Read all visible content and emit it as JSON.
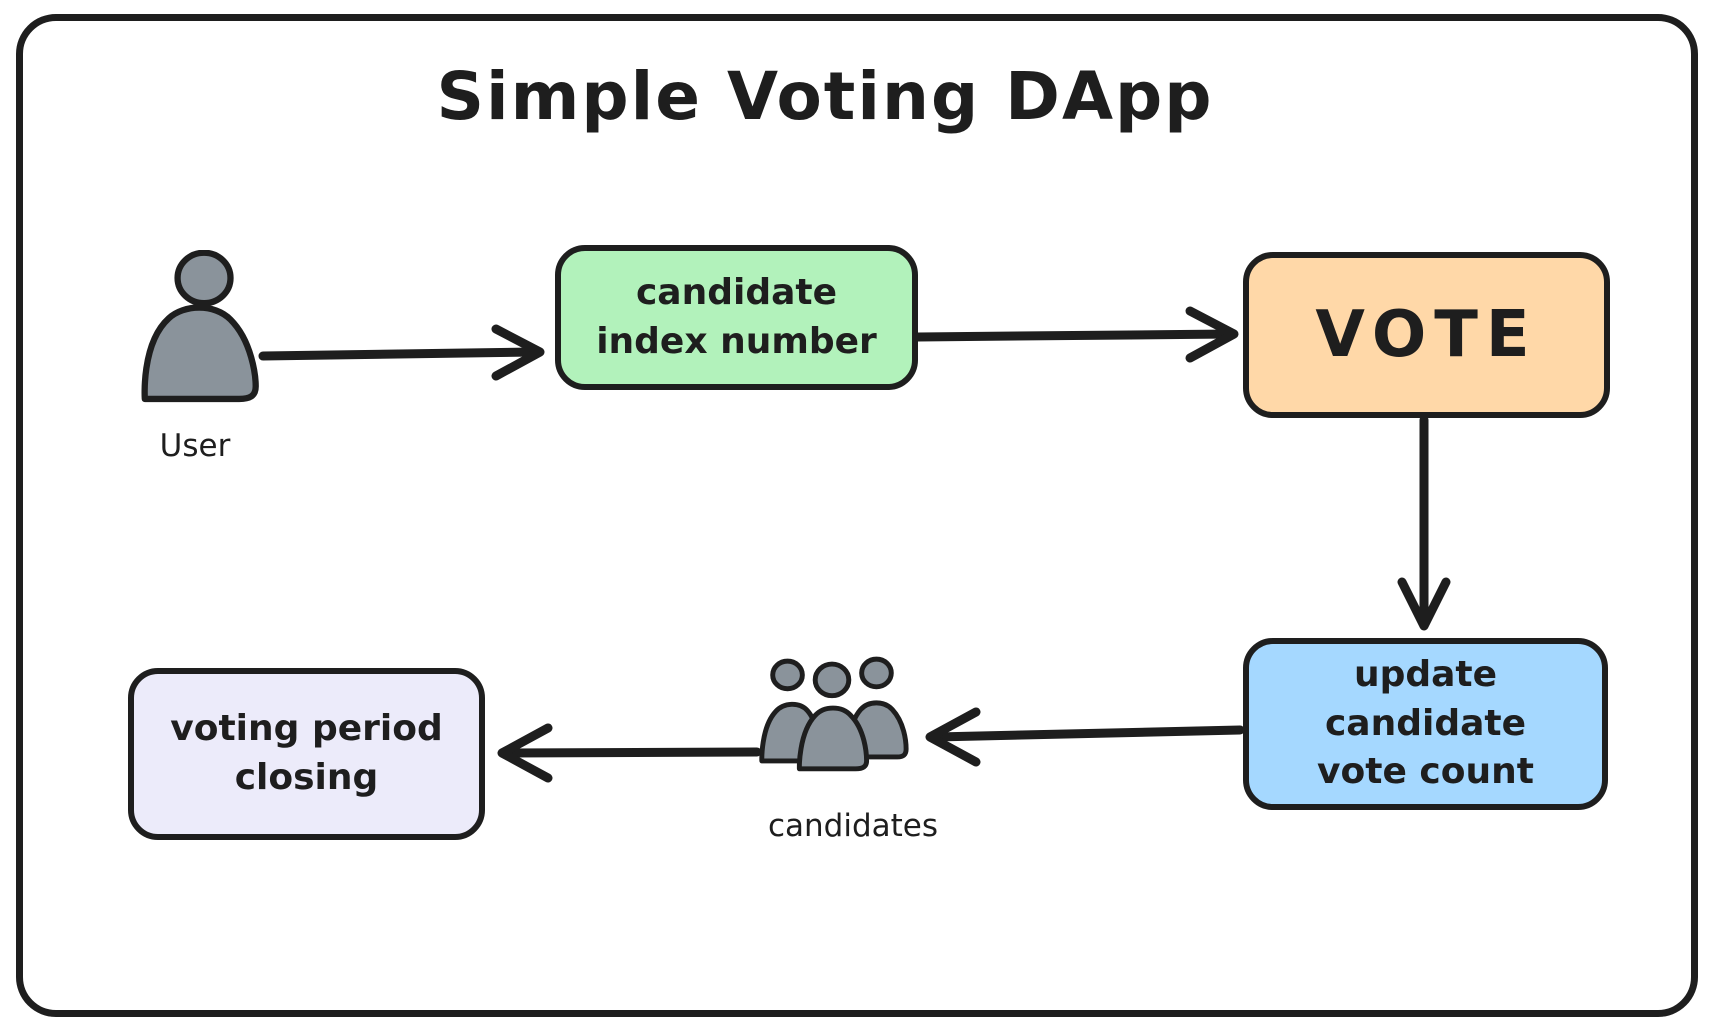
{
  "title": "Simple Voting DApp",
  "colors": {
    "stroke": "#1e1e1e",
    "background": "#ffffff",
    "node_candidate_index": "#b2f2bb",
    "node_vote": "#ffd8a8",
    "node_update_count": "#a5d8ff",
    "node_voting_period": "#ecebfa",
    "actor_gray": "#8a939b"
  },
  "nodes": [
    {
      "id": "candidate-index-number",
      "label": "candidate\nindex number",
      "fill": "#b2f2bb"
    },
    {
      "id": "vote",
      "label": "VOTE",
      "fill": "#ffd8a8"
    },
    {
      "id": "update-candidate-vote-count",
      "label": "update candidate\nvote count",
      "fill": "#a5d8ff"
    },
    {
      "id": "voting-period-closing",
      "label": "voting period\nclosing",
      "fill": "#ecebfa"
    }
  ],
  "actors": [
    {
      "id": "user",
      "label": "User",
      "icon": "person-icon"
    },
    {
      "id": "candidates",
      "label": "candidates",
      "icon": "people-group-icon"
    }
  ],
  "edges": [
    {
      "from": "user",
      "to": "candidate-index-number"
    },
    {
      "from": "candidate-index-number",
      "to": "vote"
    },
    {
      "from": "vote",
      "to": "update-candidate-vote-count"
    },
    {
      "from": "update-candidate-vote-count",
      "to": "candidates"
    },
    {
      "from": "candidates",
      "to": "voting-period-closing"
    }
  ]
}
